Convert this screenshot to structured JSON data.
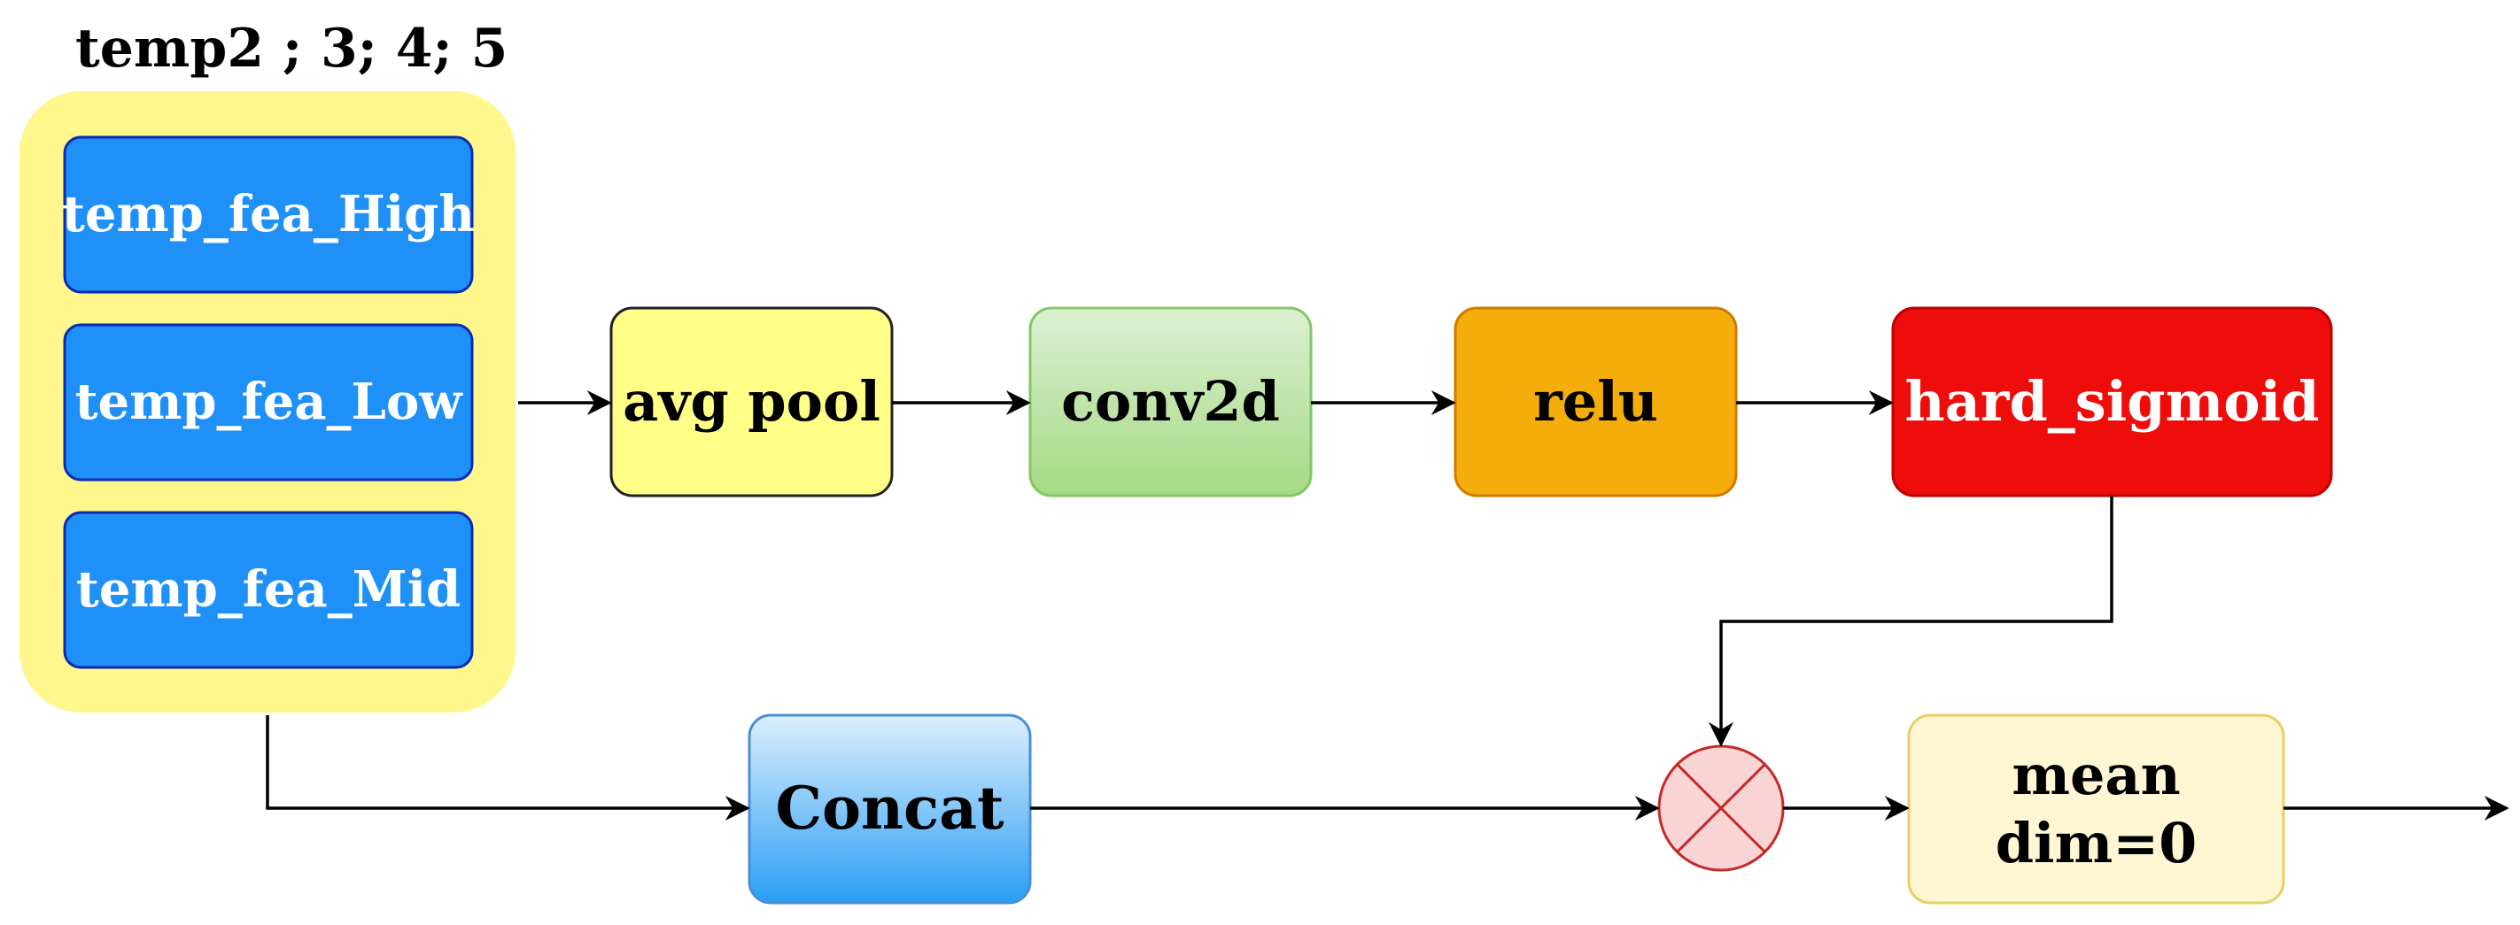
{
  "diagram": {
    "group_label": "temp2 ; 3; 4; 5",
    "inputs": [
      "temp_fea_High",
      "temp_fea_Low",
      "temp_fea_Mid"
    ],
    "blocks": {
      "avg_pool": "avg pool",
      "conv2d": "conv2d",
      "relu": "relu",
      "hard_sigmoid": "hard_sigmoid",
      "concat": "Concat",
      "mean_line1": "mean",
      "mean_line2": "dim=0"
    },
    "operator": "multiply",
    "colors": {
      "group_bg": "#FFF68C",
      "input_fill": "#1E90F7",
      "input_border": "#0A2BB5",
      "avg_pool_fill": "#FFFF88",
      "conv2d_fill": "#B7E3A1",
      "relu_fill": "#F5AD0C",
      "hard_sigmoid_fill": "#EE0D0A",
      "concat_fill": "#5DB4F8",
      "mean_fill": "#FFF6D3",
      "multiply_fill": "#F9D4D4",
      "multiply_stroke": "#C62828"
    }
  }
}
